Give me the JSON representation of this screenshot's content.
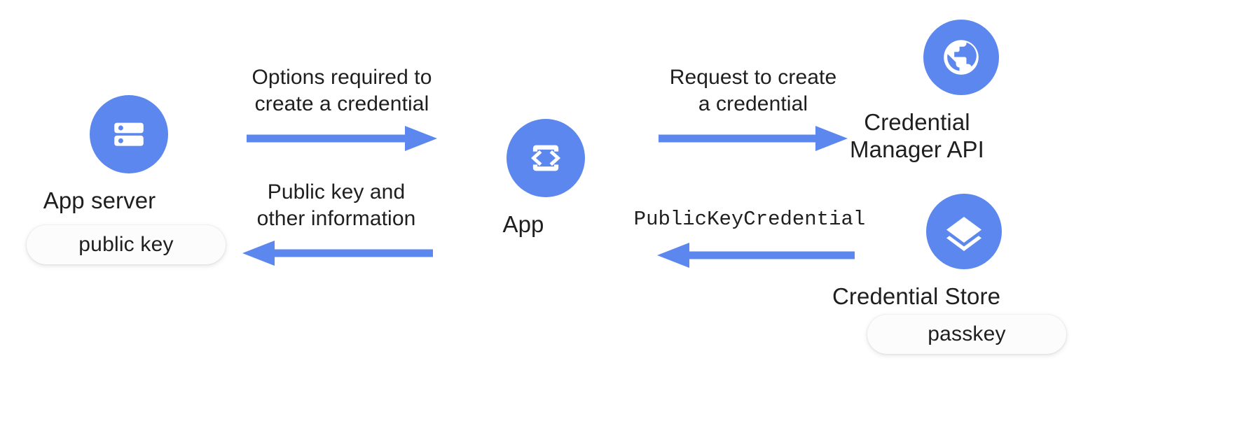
{
  "diagram": {
    "title": "Passkey creation flow between App server, App, Credential Manager API and Credential Store",
    "background_color": "#ffffff",
    "accent_color": "#5b87ee",
    "text_color": "#1f1f20",
    "pill_color": "#fcfcfc"
  },
  "nodes": {
    "app_server": {
      "label": "App server",
      "icon": "server-icon"
    },
    "app": {
      "label": "App",
      "icon": "mobile-code-icon"
    },
    "credential_manager_api": {
      "label": "Credential\nManager API",
      "icon": "globe-icon"
    },
    "credential_store": {
      "label": "Credential Store",
      "icon": "layers-icon"
    }
  },
  "pills": {
    "public_key": "public key",
    "passkey": "passkey"
  },
  "flows": {
    "options_required": {
      "caption": "Options required to\ncreate a credential",
      "direction": "right",
      "from": "app_server",
      "to": "app"
    },
    "public_key_returned": {
      "caption": "Public key and\nother information",
      "direction": "left",
      "from": "app",
      "to": "app_server"
    },
    "request_to_create": {
      "caption": "Request to create\na credential",
      "direction": "right",
      "from": "app",
      "to": "credential_manager_api"
    },
    "public_key_credential": {
      "caption": "PublicKeyCredential",
      "direction": "left",
      "from": "credential_store",
      "to": "app",
      "monospace": true
    }
  }
}
